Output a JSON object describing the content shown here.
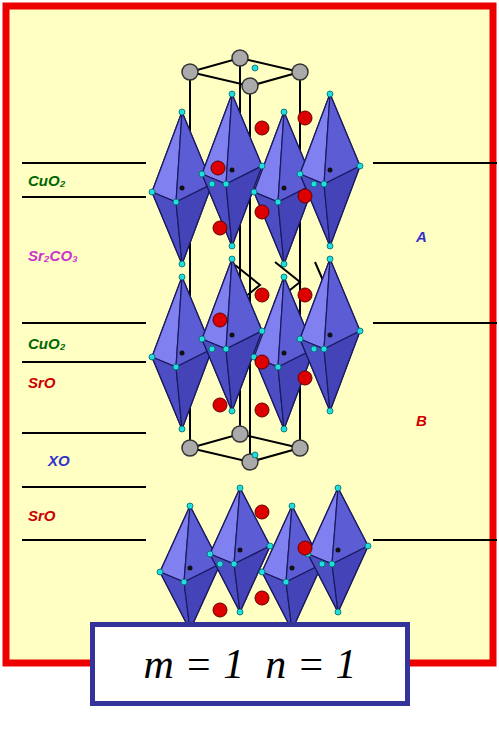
{
  "diagram": {
    "nodes": [
      {
        "text": [
          "m = 1  n = 1"
        ]
      }
    ],
    "labels": [
      "CuO₂",
      "Sr₂CO₃",
      "CuO₂",
      "SrO",
      "XO",
      "SrO",
      "A",
      "B"
    ]
  }
}
